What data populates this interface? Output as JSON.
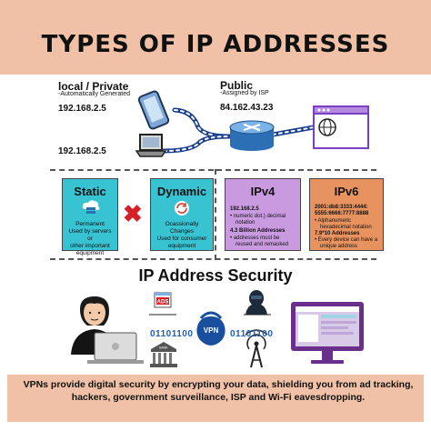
{
  "title": "TYPES OF IP ADDRESSES",
  "local": {
    "heading": "local / Private",
    "sub": "-Automatically Generated",
    "ip1": "192.168.2.5",
    "ip2": "192.168.2.5"
  },
  "public": {
    "heading": "Public",
    "sub": "-Assigned by ISP",
    "ip": "84.162.43.23"
  },
  "static_box": {
    "title": "Static",
    "lines": [
      "Permanent",
      "Used by servers or",
      "other important",
      "equipment"
    ]
  },
  "dynamic_box": {
    "title": "Dynamic",
    "lines": [
      "Ocassionally",
      "Changes",
      "Used for consumer",
      "equipment"
    ]
  },
  "ipv4_box": {
    "title": "IPv4",
    "address": "192.168.2.5",
    "bullet1": [
      "numeric dot.) decimal",
      "notation"
    ],
    "count": "4.3 Billion Addresses",
    "bullet2": [
      "addresses must be",
      "reused and remasked"
    ]
  },
  "ipv6_box": {
    "title": "IPv6",
    "address_lines": [
      "2001:db8:3333:4444:",
      "5555:6666:7777:8888"
    ],
    "bullet1": [
      "Alphanumeric",
      "hexadecimal notation"
    ],
    "count": "7.9*10 Addresses",
    "bullet2": [
      "Every device can have a",
      "unique address"
    ]
  },
  "security": {
    "title": "IP Address Security",
    "binary_left": "01101100",
    "binary_right": "01101100",
    "ads_label": "ADS",
    "vpn_label": "VPN",
    "bank_label": "BANK"
  },
  "footer": {
    "text": "VPNs provide digital security by encrypting your data, shielding you from ad tracking, hackers, government surveillance, ISP and Wi-Fi eavesdropping."
  },
  "colors": {
    "header_bg": "#f0c1a6",
    "static_bg": "#38c3d3",
    "dynamic_bg": "#38c3d3",
    "ipv4_bg": "#c99ae0",
    "ipv6_bg": "#e8935f",
    "cross": "#d41f26",
    "footer_bg": "#f0c1a6"
  }
}
